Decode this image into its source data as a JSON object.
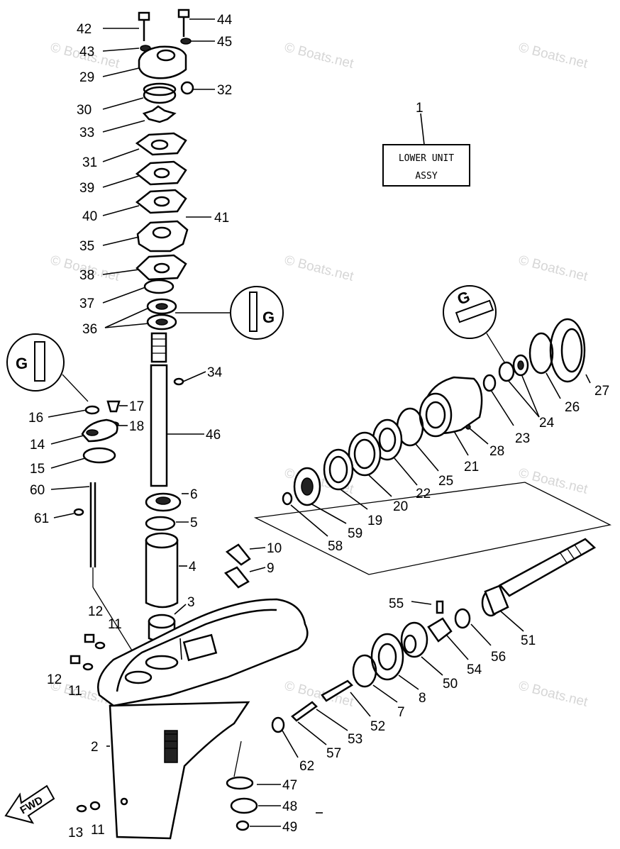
{
  "title_box": {
    "number": "1",
    "line1": "LOWER UNIT",
    "line2": "ASSY"
  },
  "fwd_label": "FWD",
  "watermark": "© Boats.net",
  "callouts": [
    {
      "id": "c42",
      "text": "42"
    },
    {
      "id": "c44",
      "text": "44"
    },
    {
      "id": "c43",
      "text": "43"
    },
    {
      "id": "c45",
      "text": "45"
    },
    {
      "id": "c29",
      "text": "29"
    },
    {
      "id": "c32",
      "text": "32"
    },
    {
      "id": "c30",
      "text": "30"
    },
    {
      "id": "c33",
      "text": "33"
    },
    {
      "id": "c31",
      "text": "31"
    },
    {
      "id": "c39",
      "text": "39"
    },
    {
      "id": "c40",
      "text": "40"
    },
    {
      "id": "c41",
      "text": "41"
    },
    {
      "id": "c35",
      "text": "35"
    },
    {
      "id": "c38",
      "text": "38"
    },
    {
      "id": "c37",
      "text": "37"
    },
    {
      "id": "c36",
      "text": "36"
    },
    {
      "id": "c34",
      "text": "34"
    },
    {
      "id": "c16",
      "text": "16"
    },
    {
      "id": "c17",
      "text": "17"
    },
    {
      "id": "c18",
      "text": "18"
    },
    {
      "id": "c46",
      "text": "46"
    },
    {
      "id": "c14",
      "text": "14"
    },
    {
      "id": "c15",
      "text": "15"
    },
    {
      "id": "c60",
      "text": "60"
    },
    {
      "id": "c6",
      "text": "6"
    },
    {
      "id": "c61",
      "text": "61"
    },
    {
      "id": "c5",
      "text": "5"
    },
    {
      "id": "c10",
      "text": "10"
    },
    {
      "id": "c4",
      "text": "4"
    },
    {
      "id": "c9",
      "text": "9"
    },
    {
      "id": "c3",
      "text": "3"
    },
    {
      "id": "c12a",
      "text": "12"
    },
    {
      "id": "c11a",
      "text": "11"
    },
    {
      "id": "c12b",
      "text": "12"
    },
    {
      "id": "c11b",
      "text": "11"
    },
    {
      "id": "c2",
      "text": "2"
    },
    {
      "id": "c13",
      "text": "13"
    },
    {
      "id": "c11c",
      "text": "11"
    },
    {
      "id": "c27",
      "text": "27"
    },
    {
      "id": "c26",
      "text": "26"
    },
    {
      "id": "c24",
      "text": "24"
    },
    {
      "id": "c23",
      "text": "23"
    },
    {
      "id": "c28",
      "text": "28"
    },
    {
      "id": "c21",
      "text": "21"
    },
    {
      "id": "c25",
      "text": "25"
    },
    {
      "id": "c22",
      "text": "22"
    },
    {
      "id": "c20",
      "text": "20"
    },
    {
      "id": "c19",
      "text": "19"
    },
    {
      "id": "c59",
      "text": "59"
    },
    {
      "id": "c58",
      "text": "58"
    },
    {
      "id": "c55",
      "text": "55"
    },
    {
      "id": "c51",
      "text": "51"
    },
    {
      "id": "c56",
      "text": "56"
    },
    {
      "id": "c54",
      "text": "54"
    },
    {
      "id": "c50",
      "text": "50"
    },
    {
      "id": "c8",
      "text": "8"
    },
    {
      "id": "c7",
      "text": "7"
    },
    {
      "id": "c52",
      "text": "52"
    },
    {
      "id": "c53",
      "text": "53"
    },
    {
      "id": "c57",
      "text": "57"
    },
    {
      "id": "c62",
      "text": "62"
    },
    {
      "id": "c47",
      "text": "47"
    },
    {
      "id": "c48",
      "text": "48"
    },
    {
      "id": "c49",
      "text": "49"
    }
  ]
}
